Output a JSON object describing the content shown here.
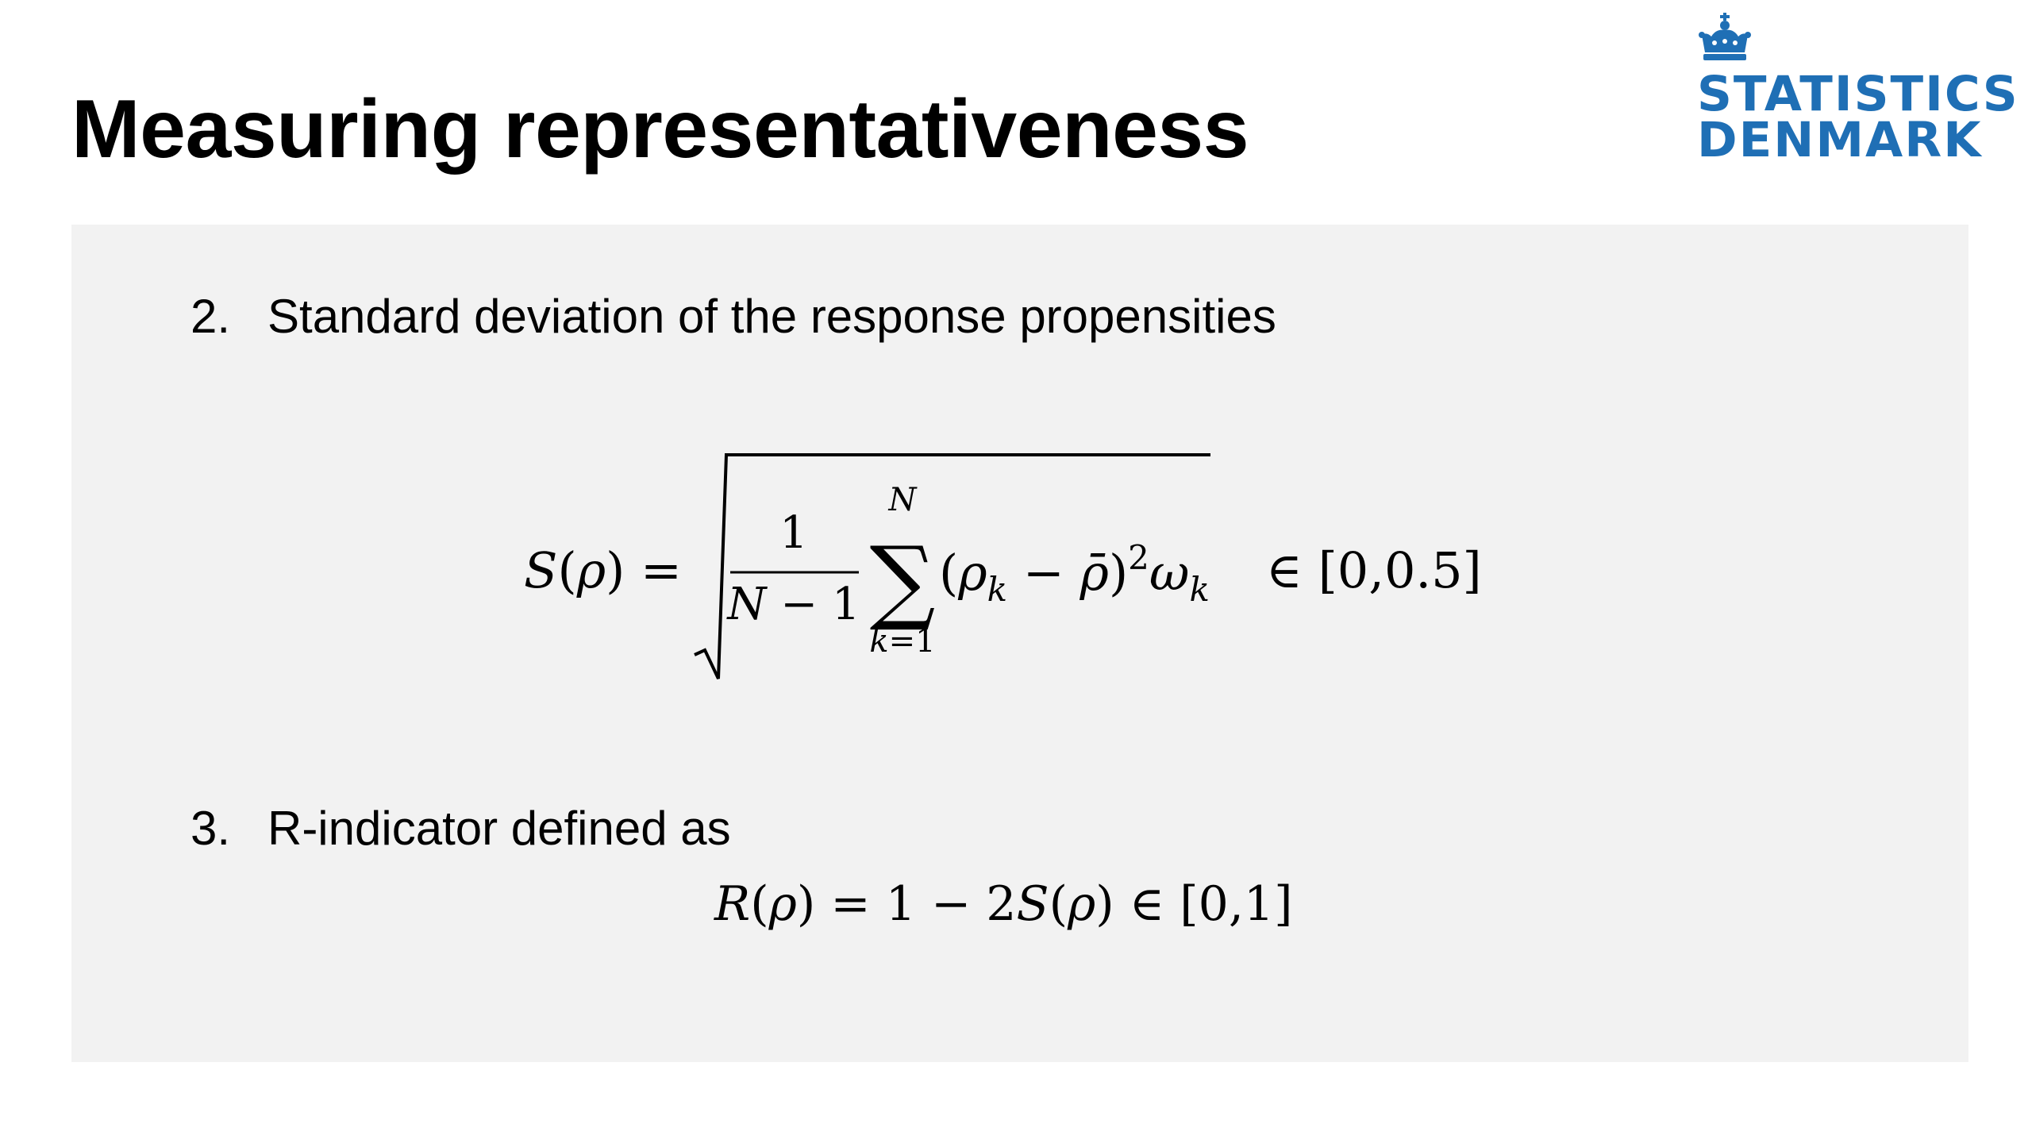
{
  "slide": {
    "title": "Measuring representativeness"
  },
  "logo": {
    "line1": "STATISTICS",
    "line2": "DENMARK",
    "color": "#1f6fb5",
    "icon": "crown-icon"
  },
  "panel": {
    "background": "#f2f2f2",
    "items": [
      {
        "number": "2.",
        "text": "Standard deviation of the response propensities"
      },
      {
        "number": "3.",
        "text": "R-indicator defined as"
      }
    ]
  },
  "formulas": {
    "s_rho": {
      "lhs": "S(ρ) =",
      "fraction_numerator": "1",
      "fraction_denominator": "N − 1",
      "sum_upper": "N",
      "sum_lower": "k=1",
      "summand": "(ρk − ρ̄)²ωk",
      "range": "∈ [0,0.5]"
    },
    "r_rho": {
      "expression": "R(ρ) = 1 − 2S(ρ) ∈ [0,1]"
    }
  }
}
